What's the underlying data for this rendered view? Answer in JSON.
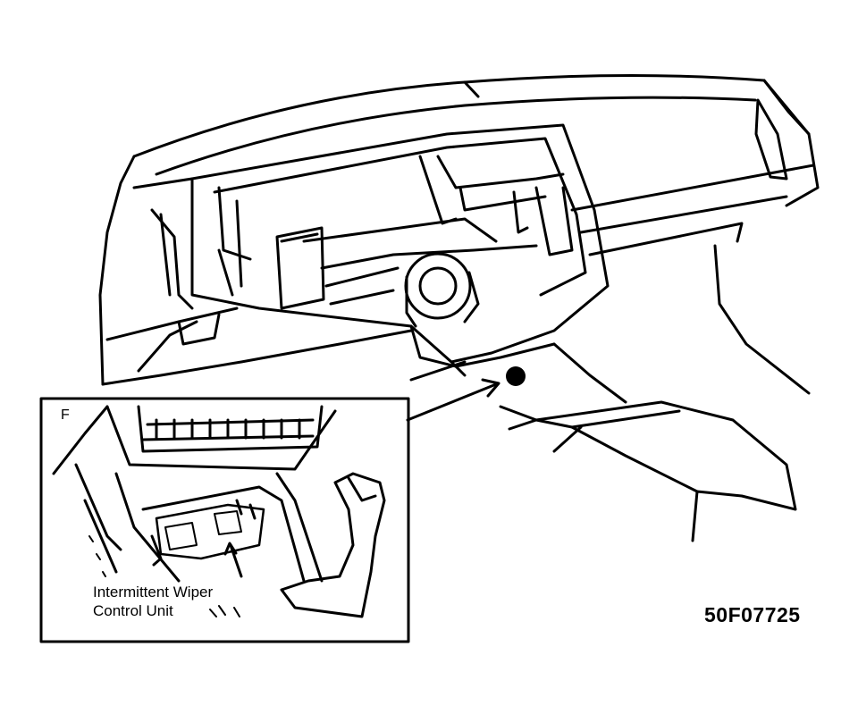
{
  "inset": {
    "letter": "F",
    "callout_line1": "Intermittent Wiper",
    "callout_line2": "Control Unit"
  },
  "figure_id": "50F07725"
}
